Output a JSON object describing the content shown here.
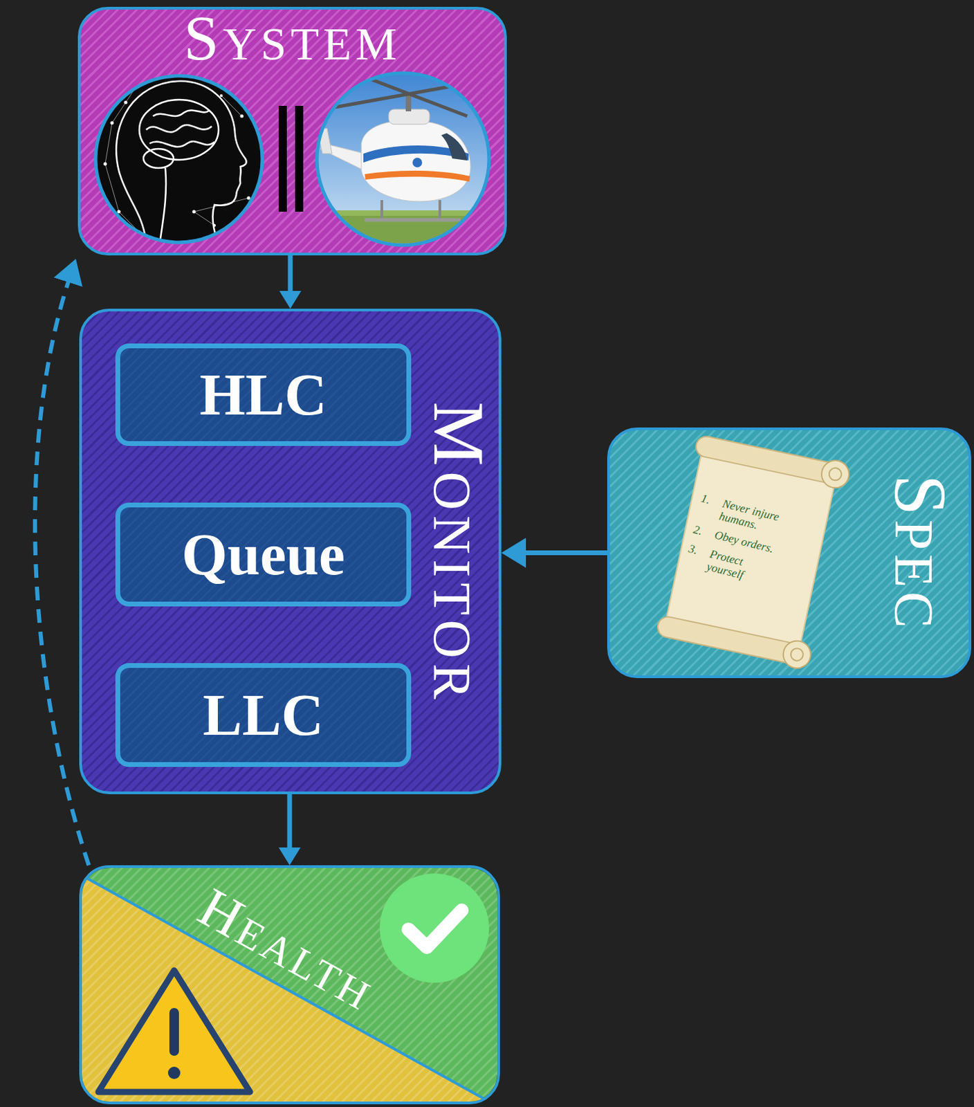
{
  "diagram": {
    "nodes": [
      {
        "text": [
          "SYSTEM"
        ]
      },
      {
        "text": [
          "MONITOR"
        ]
      },
      {
        "text": [
          "HLC"
        ],
        "in": 1
      },
      {
        "text": [
          "Queue"
        ],
        "in": 1
      },
      {
        "text": [
          "LLC"
        ],
        "in": 1
      },
      {
        "text": [
          "SPEC"
        ]
      },
      {
        "text": [
          "HEALTH"
        ]
      }
    ],
    "edges": [
      {
        "from": 0,
        "to": 1,
        "arrow": "to"
      },
      {
        "from": 2,
        "to": 3,
        "arrow": "to"
      },
      {
        "from": 3,
        "to": 4,
        "arrow": "to"
      },
      {
        "from": 5,
        "to": 1,
        "arrow": "to"
      },
      {
        "from": 1,
        "to": 6,
        "arrow": "to"
      },
      {
        "from": 6,
        "to": 0,
        "arrow": "to"
      }
    ],
    "labels": [
      "1.",
      "Never injure humans.",
      "2.",
      "Obey orders.",
      "3.",
      "Protect yourself"
    ]
  }
}
